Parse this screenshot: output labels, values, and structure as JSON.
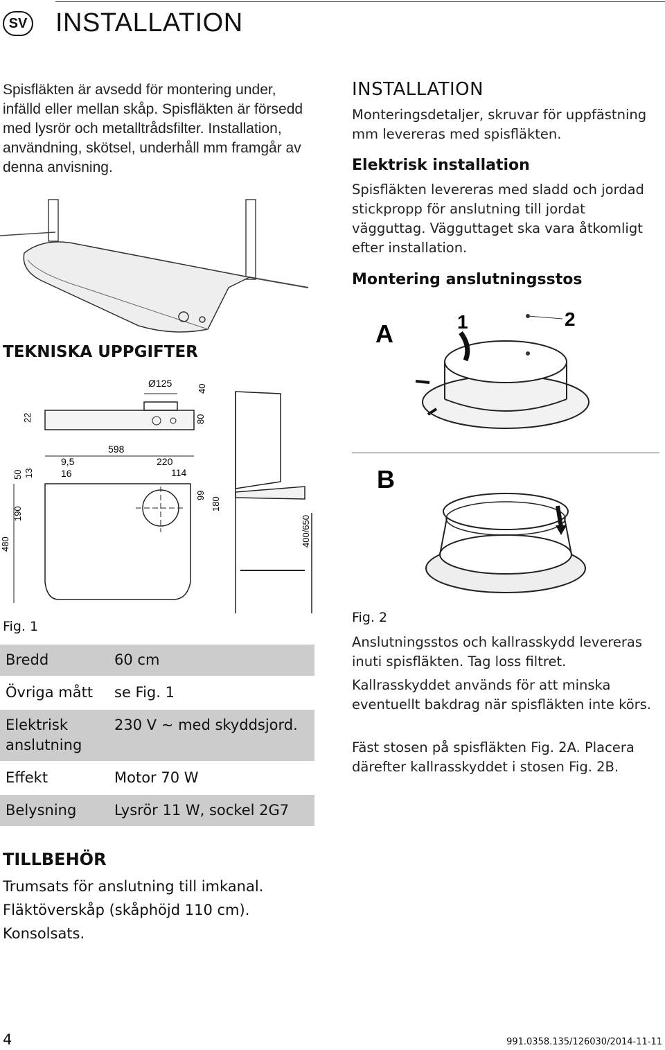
{
  "header": {
    "lang_badge": "SV",
    "title": "INSTALLATION"
  },
  "intro": "Spisfläkten är avsedd för montering under, infälld eller mellan skåp. Spisfläkten är försedd med lysrör och metalltrådsfilter. Installation, användning, skötsel, underhåll mm framgår av denna anvisning.",
  "installation": {
    "heading": "INSTALLATION",
    "text": "Monteringsdetaljer, skruvar för uppfästning mm levereras med spisfläkten.",
    "elec_heading": "Elektrisk installation",
    "elec_text": "Spisfläkten levereras med sladd och jordad stickpropp för anslutning till jordat vägguttag. Vägguttaget ska vara åtkomligt efter installation.",
    "mount_heading": "Montering anslutningsstos"
  },
  "fig2": {
    "label_a": "A",
    "label_b": "B",
    "num_1": "1",
    "num_2": "2",
    "caption": "Fig. 2",
    "text1": "Anslutningsstos och kallrasskydd levereras inuti spisfläkten. Tag loss filtret.",
    "text2": "Kallrasskyddet används för att minska eventuellt bakdrag när spisfläkten inte körs.",
    "text3": "Fäst stosen på spisfläkten Fig. 2A. Placera därefter kallrasskyddet i stosen Fig. 2B."
  },
  "tech": {
    "heading": "TEKNISKA UPPGIFTER",
    "fig_caption": "Fig. 1",
    "dims": {
      "d125": "Ø125",
      "d40": "40",
      "d22": "22",
      "d80": "80",
      "d598": "598",
      "d9_5": "9,5",
      "d16": "16",
      "d220": "220",
      "d114": "114",
      "d50": "50",
      "d13": "13",
      "d190": "190",
      "d480": "480",
      "d99": "99",
      "d180": "180",
      "d400": "400/650"
    },
    "rows": [
      {
        "k": "Bredd",
        "v": "60 cm"
      },
      {
        "k": "Övriga mått",
        "v": "se Fig. 1"
      },
      {
        "k": "Elektrisk anslutning",
        "v": "230 V ~ med skyddsjord."
      },
      {
        "k": "Effekt",
        "v": "Motor 70 W"
      },
      {
        "k": "Belysning",
        "v": "Lysrör 11 W, sockel 2G7"
      }
    ]
  },
  "accessories": {
    "heading": "TILLBEHÖR",
    "items": [
      "Trumsats för anslutning till imkanal.",
      "Fläktöverskåp (skåphöjd 110 cm).",
      "Konsolsats."
    ]
  },
  "footer": {
    "page": "4",
    "code": "991.0358.135/126030/2014-11-11"
  }
}
